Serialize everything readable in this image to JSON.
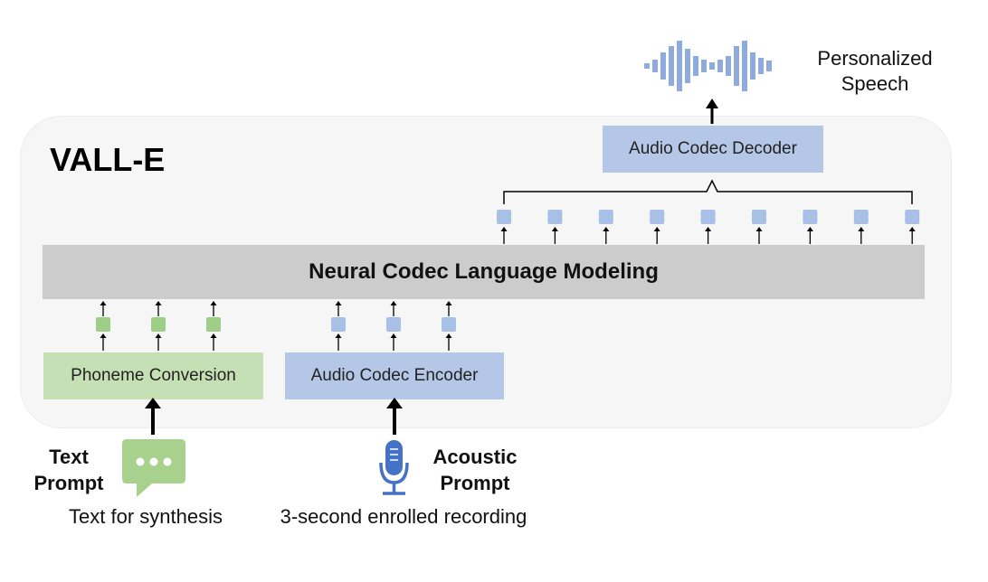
{
  "title": "VALL-E",
  "blocks": {
    "lm": "Neural Codec Language Modeling",
    "phoneme": "Phoneme Conversion",
    "encoder": "Audio Codec Encoder",
    "decoder": "Audio Codec Decoder"
  },
  "inputs": {
    "text_prompt": [
      "Text",
      "Prompt"
    ],
    "text_caption": "Text for synthesis",
    "acoustic_prompt": [
      "Acoustic",
      "Prompt"
    ],
    "acoustic_caption": "3-second enrolled recording"
  },
  "output": {
    "label": [
      "Personalized",
      "Speech"
    ]
  },
  "tokens": {
    "phoneme_count": 3,
    "encoder_count": 3,
    "decoder_count": 9
  },
  "colors": {
    "blue_block": "#b4c7e7",
    "green_block": "#c5e0b4",
    "gray_block": "#cccccc",
    "blue_token": "#a9c0e6",
    "green_token": "#9fce88",
    "mic_icon": "#4472c4",
    "chat_icon": "#a9d18e",
    "wave_icon": "#8faadc"
  },
  "icons": [
    "chat-bubble-icon",
    "microphone-icon",
    "waveform-icon"
  ]
}
